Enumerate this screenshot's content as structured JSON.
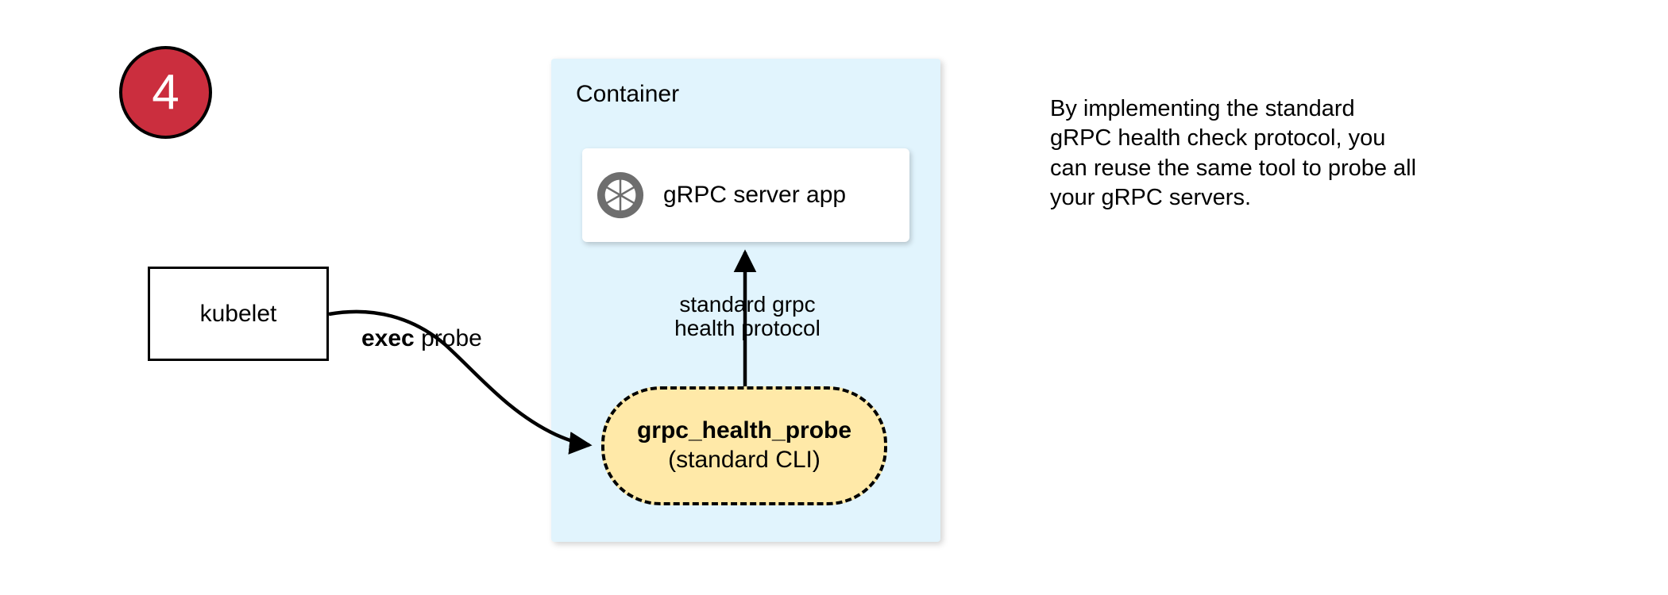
{
  "step": {
    "number": "4",
    "circle_color": "#CB2E3E",
    "text_color": "#FFFFFF"
  },
  "kubelet": {
    "label": "kubelet"
  },
  "container": {
    "title": "Container",
    "fill_color": "#E1F4FD"
  },
  "server_app": {
    "icon": "grpc-aperture-icon",
    "label": "gRPC server app",
    "icon_color": "#6E6E6E"
  },
  "probe": {
    "title": "grpc_health_probe",
    "subtitle": "(standard CLI)",
    "fill_color": "#FFE9A8",
    "border_style": "dashed"
  },
  "edges": {
    "exec_probe_bold": "exec",
    "exec_probe_rest": " probe",
    "protocol_line1": "standard grpc",
    "protocol_line2": "health protocol"
  },
  "note": {
    "line1": "By implementing the standard",
    "line2": "gRPC health check protocol, you",
    "line3": "can reuse the same tool to probe all",
    "line4": "your gRPC servers."
  }
}
